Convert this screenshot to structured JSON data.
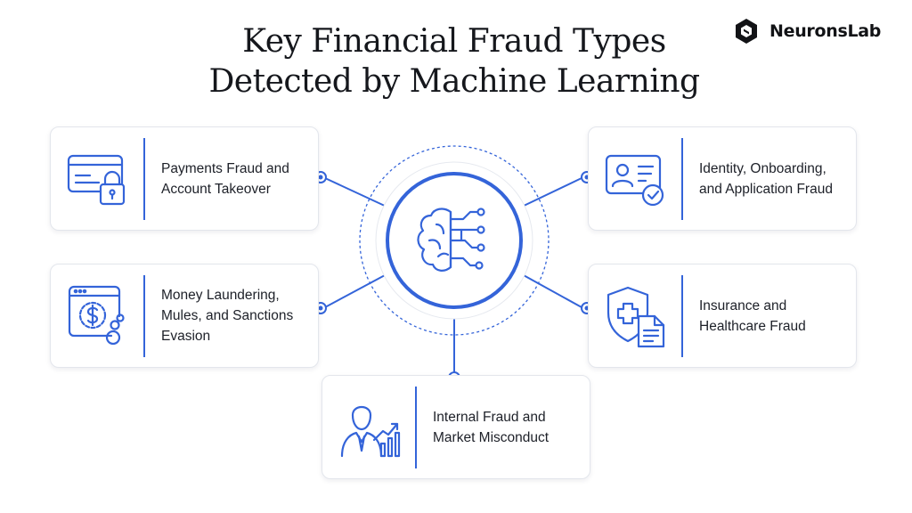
{
  "title": {
    "line1": "Key Financial Fraud Types",
    "line2": "Detected by Machine Learning"
  },
  "brand": {
    "name": "NeuronsLab",
    "logo_icon": "hexagon-logo-icon"
  },
  "hub": {
    "icon": "brain-circuit-icon"
  },
  "cards": [
    {
      "id": "payments",
      "label": "Payments Fraud and Account Takeover",
      "icon": "credit-card-lock-icon"
    },
    {
      "id": "identity",
      "label": "Identity, Onboarding, and Application Fraud",
      "icon": "id-card-check-icon"
    },
    {
      "id": "laundering",
      "label": "Money Laundering, Mules, and Sanctions Evasion",
      "icon": "dollar-coins-window-icon"
    },
    {
      "id": "insurance",
      "label": "Insurance and Healthcare Fraud",
      "icon": "shield-medical-document-icon"
    },
    {
      "id": "internal",
      "label": "Internal Fraud and Market Misconduct",
      "icon": "person-chart-icon"
    }
  ],
  "colors": {
    "accent": "#3464d9",
    "text": "#1d2028",
    "card_border": "#e3e6ec"
  }
}
